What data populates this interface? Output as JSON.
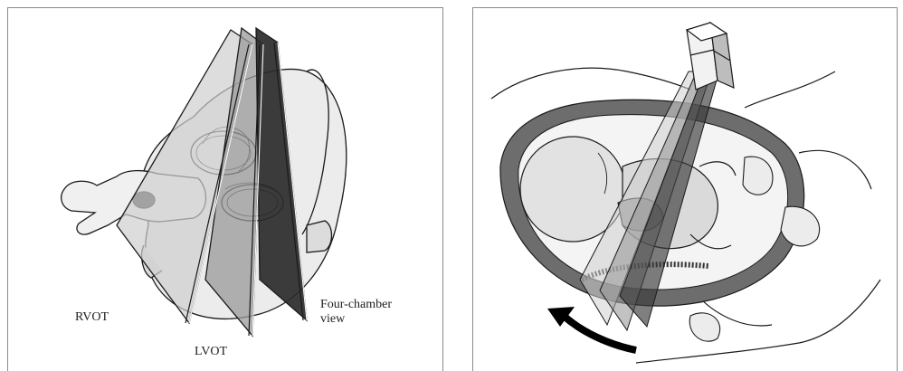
{
  "left_panel": {
    "labels": {
      "rvot": "RVOT",
      "lvot": "LVOT",
      "four_chamber": "Four-chamber\nview"
    }
  },
  "right_panel": {
    "arrow": "rotation-arrow"
  },
  "colors": {
    "outline": "#1a1a1a",
    "rvot_plane": "#cfcfcf",
    "lvot_plane": "#9a9a9a",
    "four_chamber_plane": "#2b2b2b",
    "uterine_wall": "#6d6d6d"
  }
}
